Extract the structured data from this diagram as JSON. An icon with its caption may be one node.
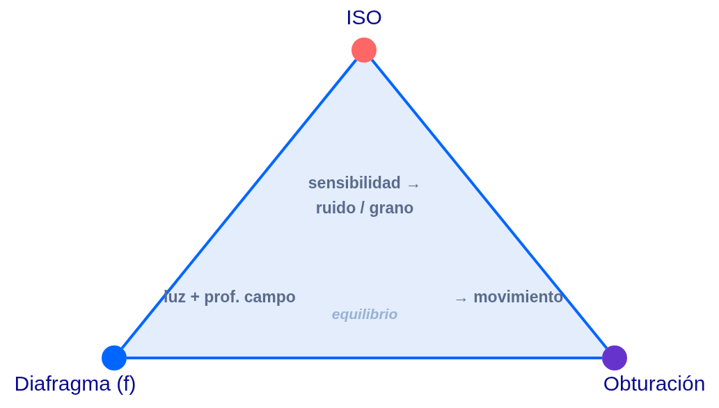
{
  "diagram": {
    "nodes": [
      {
        "text": [
          "ISO"
        ]
      },
      {
        "text": [
          "Diafragma (f)"
        ]
      },
      {
        "text": [
          "Obturación"
        ]
      }
    ],
    "edges": [
      {
        "from": 0,
        "to": 2,
        "arrow": "none"
      },
      {
        "from": 2,
        "to": 1,
        "arrow": "none"
      },
      {
        "from": 1,
        "to": 0,
        "arrow": "none"
      }
    ],
    "labels": [
      "sensibilidad → ruido / grano",
      "luz + prof. campo",
      "→ movimiento",
      "equilibrio"
    ]
  }
}
